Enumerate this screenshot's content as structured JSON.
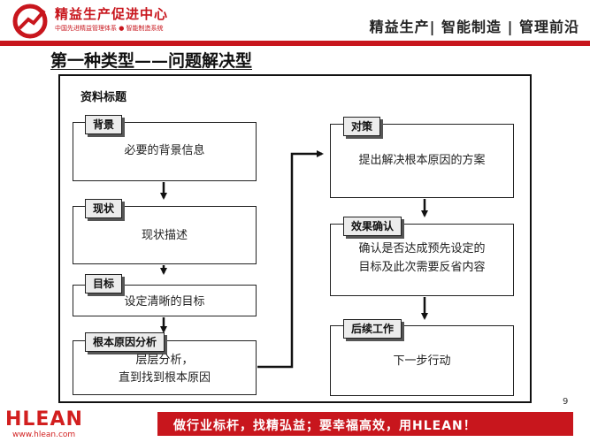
{
  "header": {
    "brand_title": "精益生产促进中心",
    "brand_subtitle": "中国先进精益管理体系 ● 智能制造系统",
    "nav": "精益生产| 智能制造 | 管理前沿"
  },
  "page_title": "第一种类型——问题解决型",
  "frame_title": "资料标题",
  "left_column": [
    {
      "tag": "背景",
      "text": "必要的背景信息"
    },
    {
      "tag": "现状",
      "text": "现状描述"
    },
    {
      "tag": "目标",
      "text": "设定清晰的目标"
    },
    {
      "tag": "根本原因分析",
      "text_lines": [
        "层层分析，",
        "直到找到根本原因"
      ]
    }
  ],
  "right_column": [
    {
      "tag": "对策",
      "text": "提出解决根本原因的方案"
    },
    {
      "tag": "效果确认",
      "text_lines": [
        "确认是否达成预先设定的",
        "目标及此次需要反省内容"
      ]
    },
    {
      "tag": "后续工作",
      "text": "下一步行动"
    }
  ],
  "footer": {
    "logo": "HLEAN",
    "url": "www.hlean.com",
    "slogan": "做行业标杆，找精弘益；要幸福高效，用HLEAN！",
    "page_number": "9"
  },
  "colors": {
    "brand_red": "#c8161d",
    "tag_fill": "#ececec",
    "line": "#222222"
  },
  "icons": {
    "logo": "hlean-circle-logo-icon"
  }
}
